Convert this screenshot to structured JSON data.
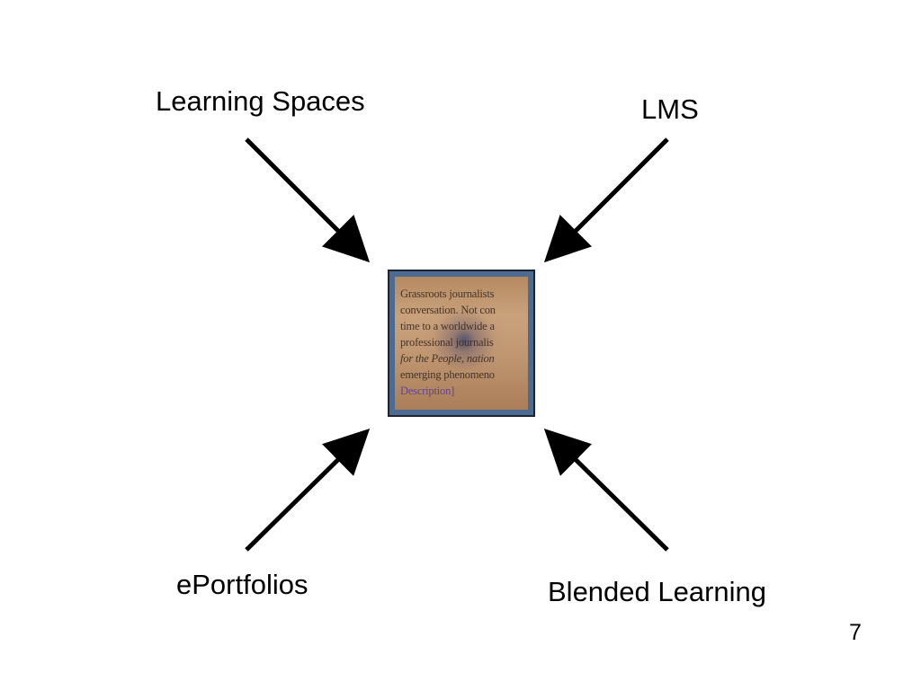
{
  "diagram": {
    "nodes": {
      "top_left": "Learning Spaces",
      "top_right": "LMS",
      "bottom_left": "ePortfolios",
      "bottom_right": "Blended Learning"
    },
    "center_image": {
      "lines": [
        "Grassroots journalists",
        "conversation. Not con",
        "time to a worldwide a",
        "professional journalis",
        "for the People, nation",
        "emerging phenomeno",
        "Description]"
      ]
    }
  },
  "slide": {
    "page_number": "7"
  },
  "colors": {
    "arrow": "#000000",
    "frame": "#4d6a90"
  }
}
